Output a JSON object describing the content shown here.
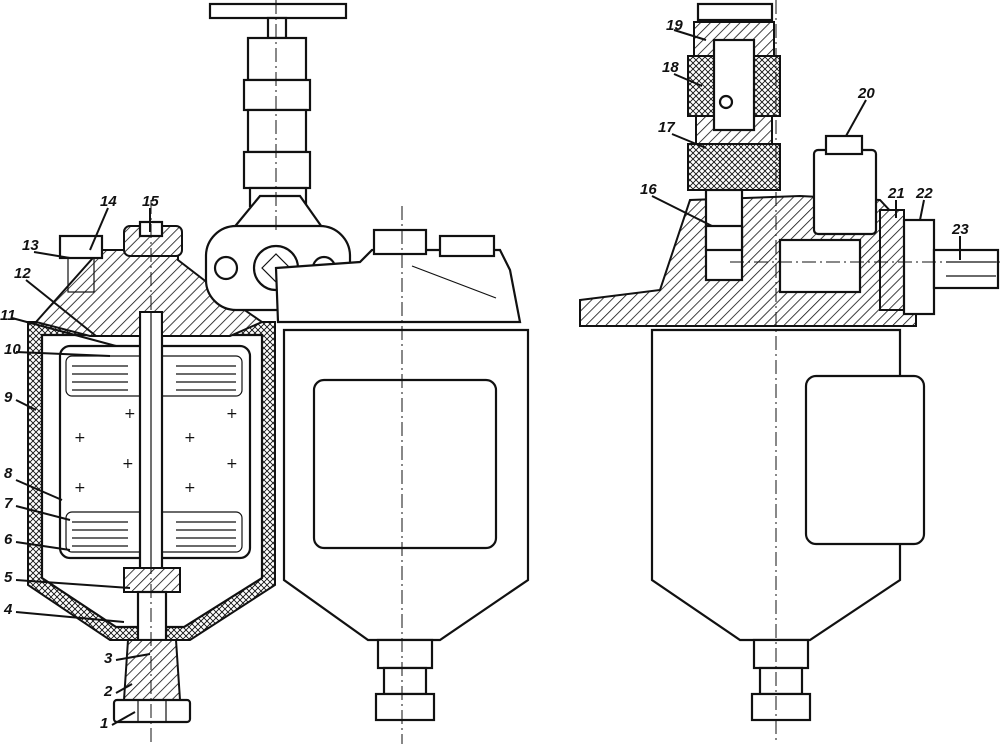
{
  "labels": {
    "l1": "1",
    "l2": "2",
    "l3": "3",
    "l4": "4",
    "l5": "5",
    "l6": "6",
    "l7": "7",
    "l8": "8",
    "l9": "9",
    "l10": "10",
    "l11": "11",
    "l12": "12",
    "l13": "13",
    "l14": "14",
    "l15": "15",
    "l16": "16",
    "l17": "17",
    "l18": "18",
    "l19": "19",
    "l20": "20",
    "l21": "21",
    "l22": "22",
    "l23": "23"
  },
  "colors": {
    "ink": "#111111",
    "paper": "#ffffff"
  }
}
